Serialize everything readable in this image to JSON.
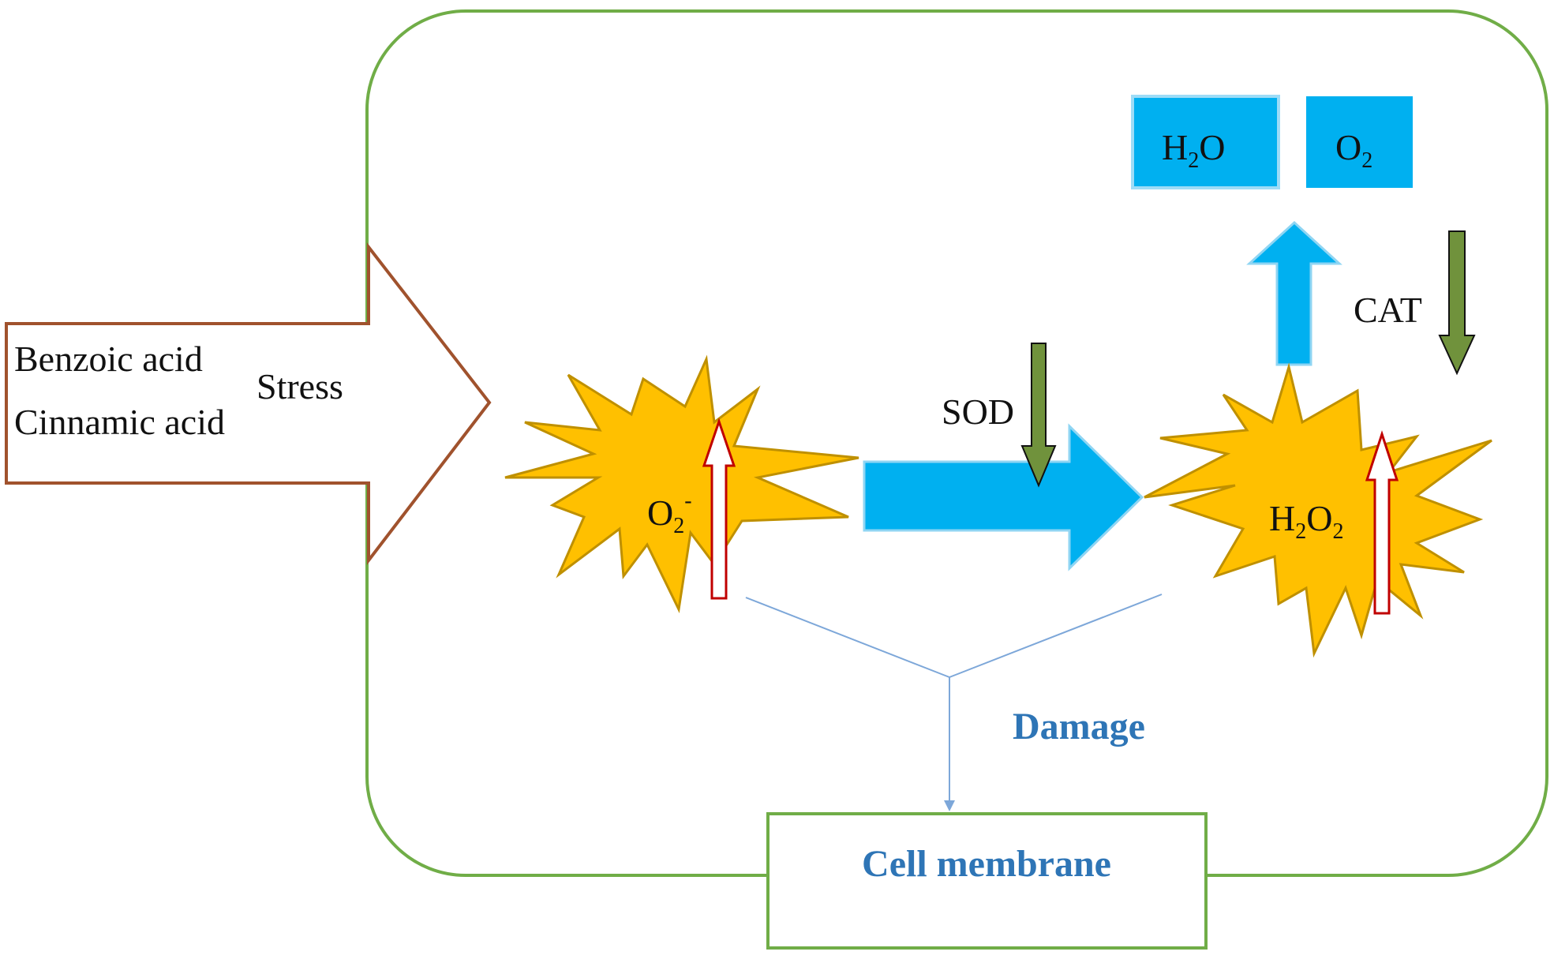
{
  "stimulus": {
    "line1": "Benzoic acid",
    "line2": "Cinnamic acid",
    "stress": "Stress"
  },
  "products": {
    "water": {
      "main": "H",
      "sub": "2",
      "tail": "O"
    },
    "oxygen": {
      "main": "O",
      "sub": "2"
    }
  },
  "radicals": {
    "superoxide": {
      "main": "O",
      "sub": "2",
      "sup": "-"
    },
    "peroxide": {
      "main": "H",
      "sub1": "2",
      "mid": "O",
      "sub2": "2"
    }
  },
  "enzymes": {
    "sod": "SOD",
    "cat": "CAT"
  },
  "effects": {
    "damage": "Damage",
    "target": "Cell membrane"
  },
  "colors": {
    "cell_border": "#70ad47",
    "stimulus_border": "#a0522d",
    "burst_fill": "#ffc000",
    "burst_stroke": "#bf9000",
    "flow_arrow": "#00b0f0",
    "product_box": "#00b0f0",
    "enzyme_arrow": "#70923c",
    "increase_arrow": "#c00000",
    "connector": "#7da7d9",
    "accent_text": "#2e75b6"
  }
}
